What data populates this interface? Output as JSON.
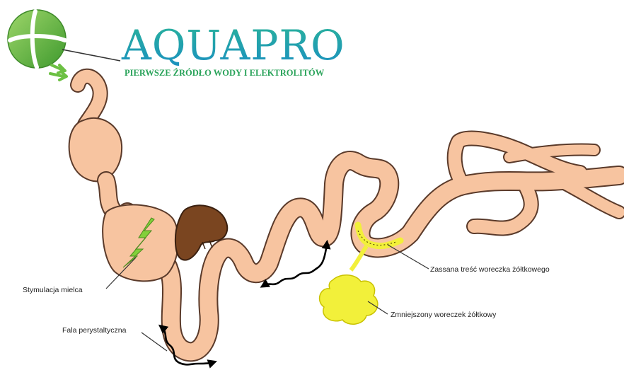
{
  "logo": {
    "title": "AQUAPRO",
    "subtitle": "PIERWSZE ŹRÓDŁO WODY I ELEKTROLITÓW"
  },
  "labels": {
    "stymulacja": "Stymulacja mielca",
    "fala": "Fala perystaltyczna",
    "zassana": "Zassana treść woreczka żółtkowego",
    "zmniejszony": "Zmniejszony woreczek żółtkowy"
  },
  "colors": {
    "intestine": "#f7c4a0",
    "intestine_outline": "#5a3a2a",
    "gizzard": "#7a4520",
    "yolk": "#f2f03a",
    "logo_green": "#41b86a",
    "logo_blue": "#1a8fc2",
    "tablet_green": "#6cc043",
    "lightning": "#82d03a"
  },
  "icons": {
    "tablet": "green-tablet-icon",
    "arrows": "green-arrows-icon",
    "lightning": "lightning-icon",
    "wave_arrow": "wavy-double-arrow-icon"
  }
}
